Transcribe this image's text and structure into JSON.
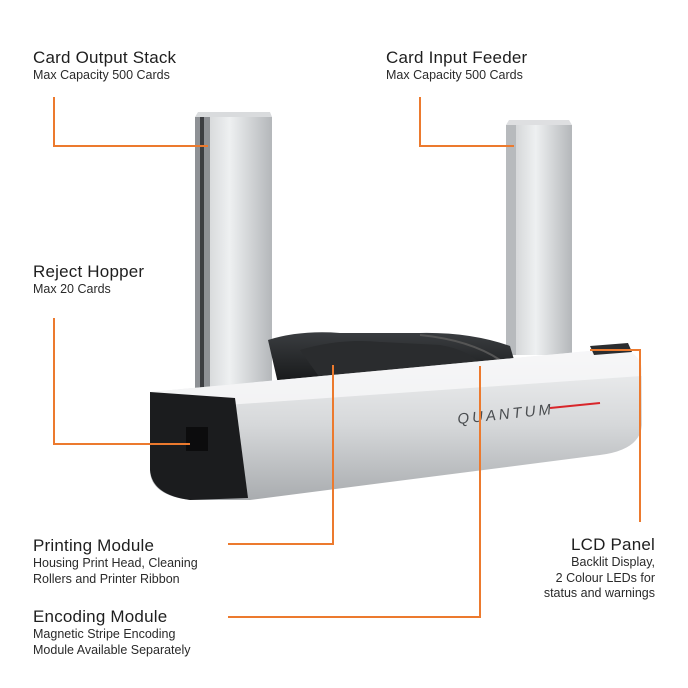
{
  "colors": {
    "leader": "#ec7a2e",
    "text": "#1e1e1e"
  },
  "product": {
    "brand_label": "QUANTUM"
  },
  "callouts": {
    "output_stack": {
      "title": "Card Output Stack",
      "desc": [
        "Max Capacity 500 Cards"
      ]
    },
    "input_feeder": {
      "title": "Card Input Feeder",
      "desc": [
        "Max Capacity 500 Cards"
      ]
    },
    "reject_hopper": {
      "title": "Reject Hopper",
      "desc": [
        "Max 20 Cards"
      ]
    },
    "printing_module": {
      "title": "Printing Module",
      "desc": [
        "Housing Print Head, Cleaning",
        "Rollers and Printer Ribbon"
      ]
    },
    "encoding_module": {
      "title": "Encoding Module",
      "desc": [
        "Magnetic Stripe Encoding",
        "Module Available Separately"
      ]
    },
    "lcd_panel": {
      "title": "LCD Panel",
      "desc": [
        "Backlit Display,",
        "2 Colour LEDs for",
        "status and warnings"
      ]
    }
  }
}
